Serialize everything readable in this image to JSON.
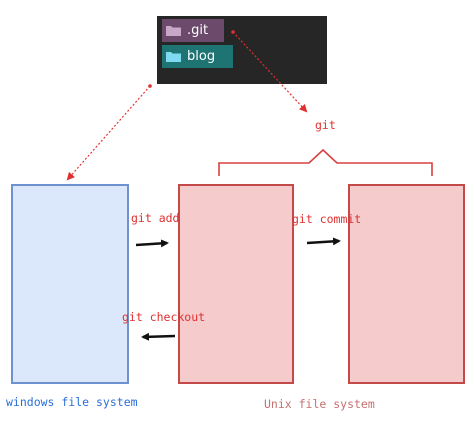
{
  "folders": [
    {
      "name": ".git",
      "color": "#6b4a6b"
    },
    {
      "name": "blog",
      "color": "#1e7373"
    }
  ],
  "labels": {
    "git_add": "git add",
    "git_commit": "git commit",
    "git_checkout": "git checkout",
    "git": "git",
    "windows_fs": "windows file system",
    "unix_fs": "Unix file system"
  },
  "colors": {
    "windows_fill": "#dbe8fb",
    "windows_border": "#6e92cf",
    "unix_fill": "#f5cbcb",
    "unix_border": "#c44a4a",
    "accent_red": "#e03030"
  },
  "icons": [
    "folder-icon"
  ]
}
